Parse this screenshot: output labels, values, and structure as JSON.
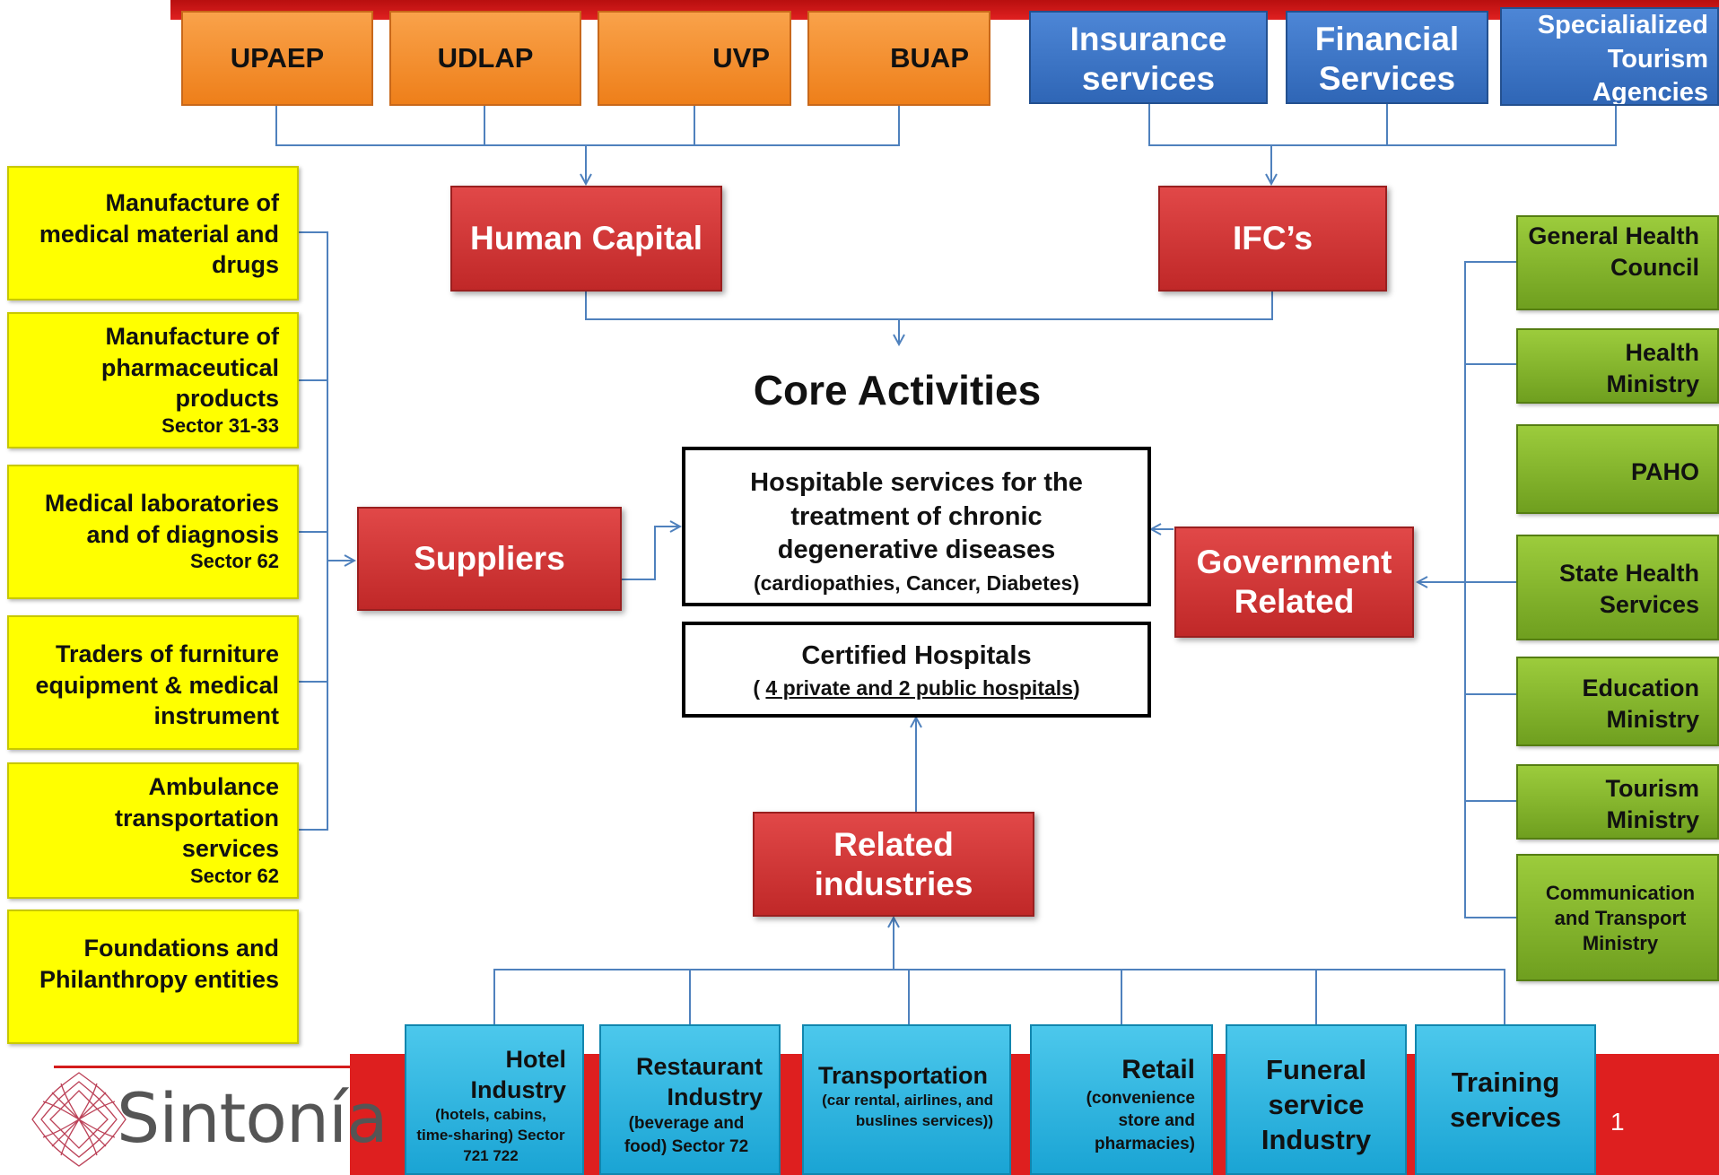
{
  "universities": [
    "UPAEP",
    "UDLAP",
    "UVP",
    "BUAP"
  ],
  "services": [
    "Insurance services",
    "Financial Services",
    "Specialialized Tourism Agencies"
  ],
  "human_capital": "Human Capital",
  "ifcs": "IFC’s",
  "core_title": "Core Activities",
  "core_main": {
    "title": "Hospitable services for the treatment of chronic degenerative diseases",
    "sub": "(cardiopathies, Cancer, Diabetes)"
  },
  "certified": {
    "title": "Certified Hospitals",
    "open": "( ",
    "sub": "4 private and 2 public hospitals",
    "close": ")"
  },
  "suppliers": "Suppliers",
  "government": "Government Related",
  "related": "Related industries",
  "suppliers_list": [
    {
      "title": "Manufacture of medical material and drugs",
      "sector": ""
    },
    {
      "title": "Manufacture of pharmaceutical products",
      "sector": "Sector 31-33"
    },
    {
      "title": "Medical laboratories and of diagnosis",
      "sector": "Sector 62"
    },
    {
      "title": "Traders of furniture equipment & medical instrument",
      "sector": ""
    },
    {
      "title": "Ambulance transportation services",
      "sector": "Sector 62"
    },
    {
      "title": "Foundations and Philanthropy entities",
      "sector": ""
    }
  ],
  "government_list": [
    "General Health Council",
    "Health Ministry",
    "PAHO",
    "State Health Services",
    "Education Ministry",
    "Tourism Ministry",
    "Communication and Transport Ministry"
  ],
  "industries": [
    {
      "title": "Hotel Industry",
      "sub": "(hotels, cabins, time-sharing) Sector 721 722"
    },
    {
      "title": "Restaurant Industry",
      "sub": "(beverage and food) Sector 72"
    },
    {
      "title": "Transportation",
      "sub": "(car rental, airlines, and buslines services))"
    },
    {
      "title": "Retail",
      "sub": "(convenience store and pharmacies)"
    },
    {
      "title": "Funeral service Industry",
      "sub": ""
    },
    {
      "title": "Training services",
      "sub": ""
    }
  ],
  "logo_text": "Sintonía",
  "page_number": "1",
  "colors": {
    "banner_red": "#d41c1c",
    "connector": "#4f81bd"
  }
}
